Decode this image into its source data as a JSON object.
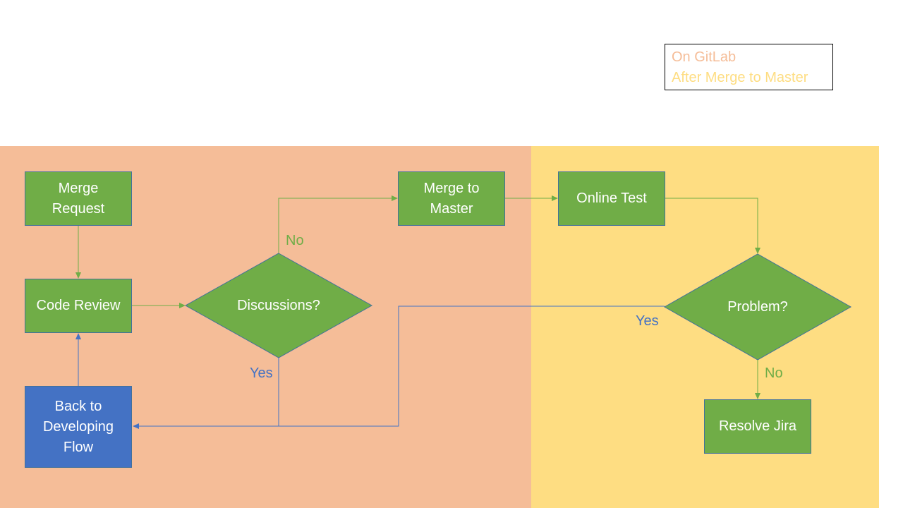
{
  "colors": {
    "gitlab_zone": "#f5bd98",
    "master_zone": "#fedd82",
    "step_fill": "#70ad47",
    "back_fill": "#4472c4",
    "stroke": "#41719c",
    "green_arrow": "#70ad47",
    "blue_arrow": "#4472c4",
    "legend_gitlab_text": "#f5bd98",
    "legend_master_text": "#fedd82"
  },
  "legend": {
    "gitlab": "On GitLab",
    "master": "After Merge to Master"
  },
  "nodes": {
    "merge_request": "Merge\nRequest",
    "code_review": "Code Review",
    "back_to_developing": "Back to\nDeveloping\nFlow",
    "discussions": "Discussions?",
    "merge_to_master": "Merge to\nMaster",
    "online_test": "Online Test",
    "problem": "Problem?",
    "resolve_jira": "Resolve Jira"
  },
  "edge_labels": {
    "discussions_no": "No",
    "discussions_yes": "Yes",
    "problem_yes": "Yes",
    "problem_no": "No"
  }
}
